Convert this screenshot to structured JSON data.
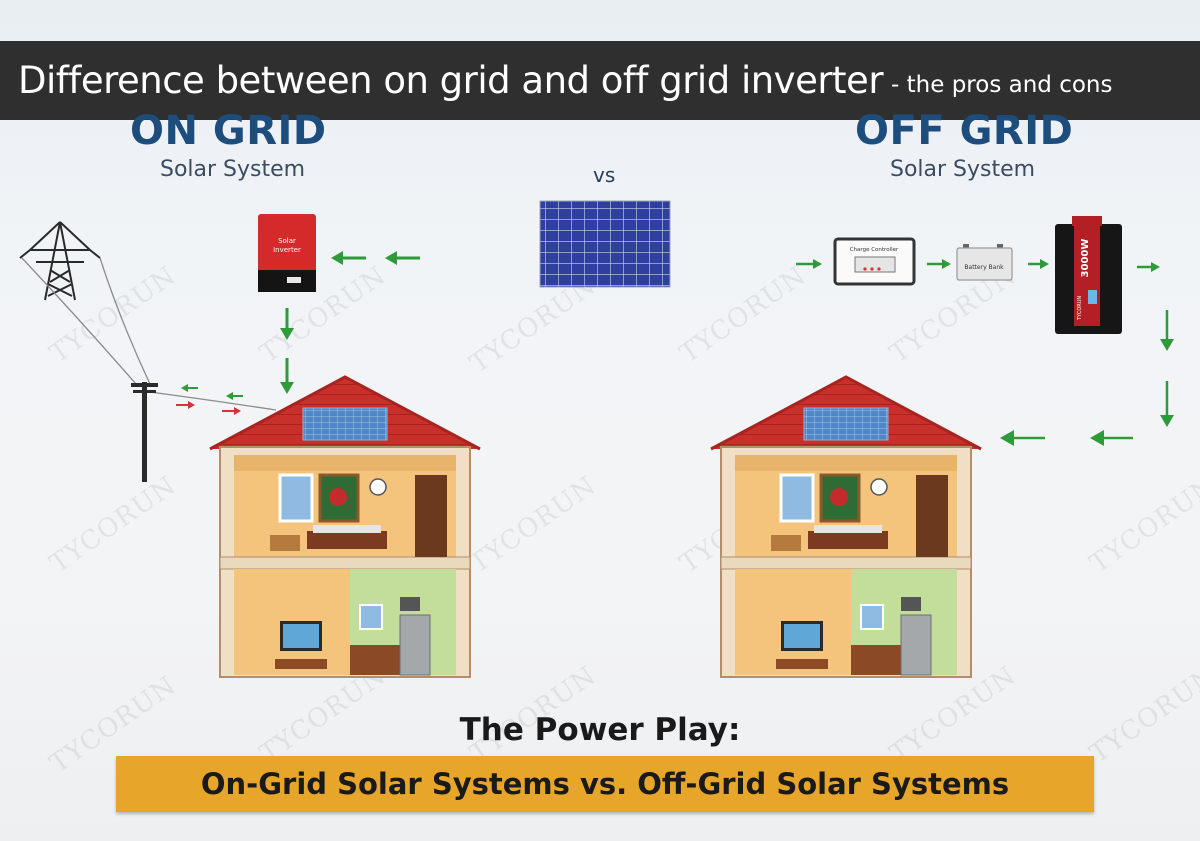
{
  "header": {
    "title": "Difference between on grid and off grid inverter",
    "subtitle": "- the pros and cons"
  },
  "on_grid": {
    "title": "ON GRID",
    "subtitle": "Solar System",
    "inverter_label_line1": "Solar",
    "inverter_label_line2": "Inverter"
  },
  "vs_label": "vs",
  "off_grid": {
    "title": "OFF GRID",
    "subtitle": "Solar System",
    "charge_controller_label": "Charge Controller",
    "battery_label": "Battery Bank",
    "inverter_brand": "TYCORUN",
    "inverter_rating": "3000W"
  },
  "footer": {
    "heading": "The Power Play:",
    "banner_text": "On-Grid Solar Systems vs. Off-Grid Solar Systems"
  },
  "watermark_text": "TYCORUN",
  "colors": {
    "banner_bg": "#2f2f2f",
    "title_blue": "#1d4d7c",
    "arrow_green": "#2e9a3a",
    "arrow_red": "#d2343a",
    "roof_red": "#c9302c",
    "footer_bar": "#e7a62a"
  }
}
